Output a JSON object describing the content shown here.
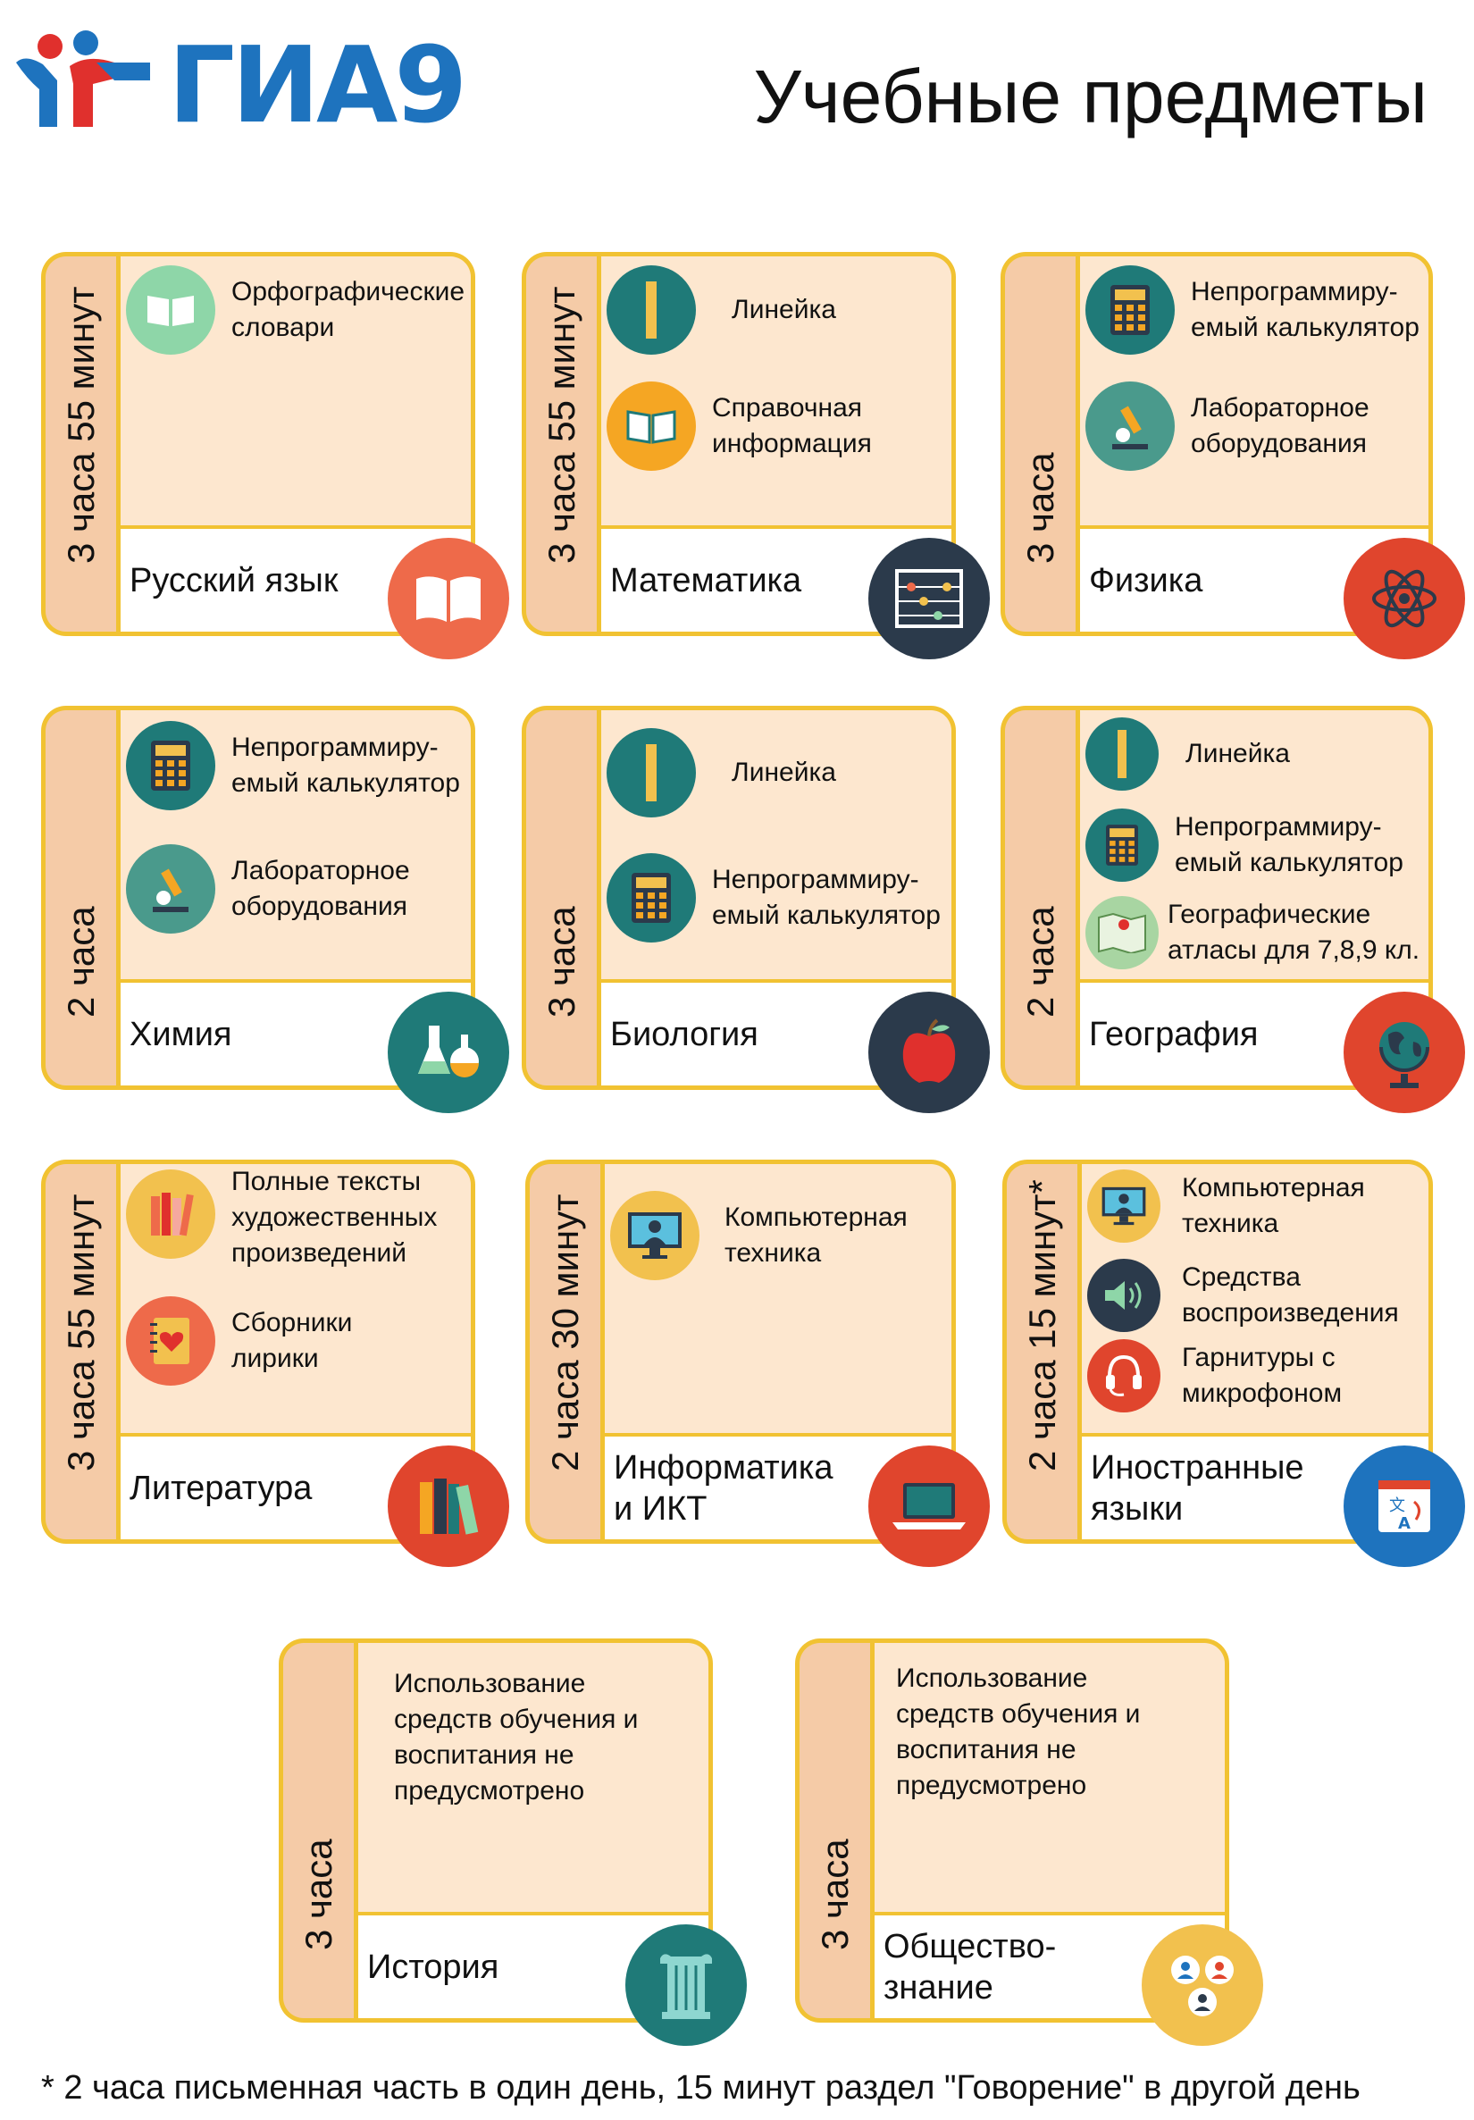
{
  "header": {
    "logo_text": "ГИА9",
    "title": "Учебные предметы"
  },
  "subjects": [
    {
      "name": "Русский язык",
      "duration": "3 часа  55 минут",
      "items": [
        {
          "icon": "dictionary-icon",
          "label": "Орфографические\nсловари"
        }
      ],
      "subject_icon": "book-icon"
    },
    {
      "name": "Математика",
      "duration": "3 часа  55 минут",
      "items": [
        {
          "icon": "ruler-icon",
          "label": "Линейка"
        },
        {
          "icon": "reference-book-icon",
          "label": "Справочная\nинформация"
        }
      ],
      "subject_icon": "abacus-icon"
    },
    {
      "name": "Физика",
      "duration": "3 часа",
      "items": [
        {
          "icon": "calculator-icon",
          "label": "Непрограммиру-\nемый калькулятор"
        },
        {
          "icon": "microscope-icon",
          "label": "Лабораторное\nоборудования"
        }
      ],
      "subject_icon": "atom-icon"
    },
    {
      "name": "Химия",
      "duration": "2 часа",
      "items": [
        {
          "icon": "calculator-icon",
          "label": "Непрограммиру-\nемый калькулятор"
        },
        {
          "icon": "microscope-icon",
          "label": "Лабораторное\nоборудования"
        }
      ],
      "subject_icon": "flask-icon"
    },
    {
      "name": "Биология",
      "duration": "3 часа",
      "items": [
        {
          "icon": "ruler-icon",
          "label": "Линейка"
        },
        {
          "icon": "calculator-icon",
          "label": "Непрограммиру-\nемый калькулятор"
        }
      ],
      "subject_icon": "apple-icon"
    },
    {
      "name": "География",
      "duration": "2 часа",
      "items": [
        {
          "icon": "ruler-icon",
          "label": "Линейка"
        },
        {
          "icon": "calculator-icon",
          "label": "Непрограммиру-\nемый калькулятор"
        },
        {
          "icon": "map-icon",
          "label": "Географические\nатласы для 7,8,9 кл."
        }
      ],
      "subject_icon": "globe-icon"
    },
    {
      "name": "Литература",
      "duration": "3 часа  55 минут",
      "items": [
        {
          "icon": "books-icon",
          "label": "Полные тексты\nхудожественных\nпроизведений"
        },
        {
          "icon": "notebook-heart-icon",
          "label": "Сборники\nлирики"
        }
      ],
      "subject_icon": "books-stack-icon"
    },
    {
      "name": "Информатика\nи ИКТ",
      "duration": "2 часа  30 минут",
      "items": [
        {
          "icon": "computer-icon",
          "label": "Компьютерная\nтехника"
        }
      ],
      "subject_icon": "laptop-icon"
    },
    {
      "name": "Иностранные\nязыки",
      "duration": "2 часа  15 минут*",
      "items": [
        {
          "icon": "computer-icon",
          "label": "Компьютерная\nтехника"
        },
        {
          "icon": "speaker-icon",
          "label": "Средства\nвоспроизведения"
        },
        {
          "icon": "headset-icon",
          "label": "Гарнитуры с\nмикрофоном"
        }
      ],
      "subject_icon": "translate-icon"
    },
    {
      "name": "История",
      "duration": "3 часа",
      "text": "Использование\nсредств обучения и\nвоспитания не\nпредусмотрено",
      "subject_icon": "column-icon"
    },
    {
      "name": "Общество-\nзнание",
      "duration": "3 часа",
      "text": "Использование\nсредств обучения и\nвоспитания не\nпредусмотрено",
      "subject_icon": "people-icon"
    }
  ],
  "footnote": "* 2 часа письменная часть в один день, 15 минут раздел \"Говорение\" в другой день",
  "colors": {
    "border": "#f1c232",
    "side": "#f5cba7",
    "panel": "#fde7cf",
    "teal": "#1f7a78",
    "orange": "#ee6a4a",
    "navy": "#2b3a4b",
    "logo_blue": "#1e73be",
    "logo_red": "#e0302d"
  }
}
